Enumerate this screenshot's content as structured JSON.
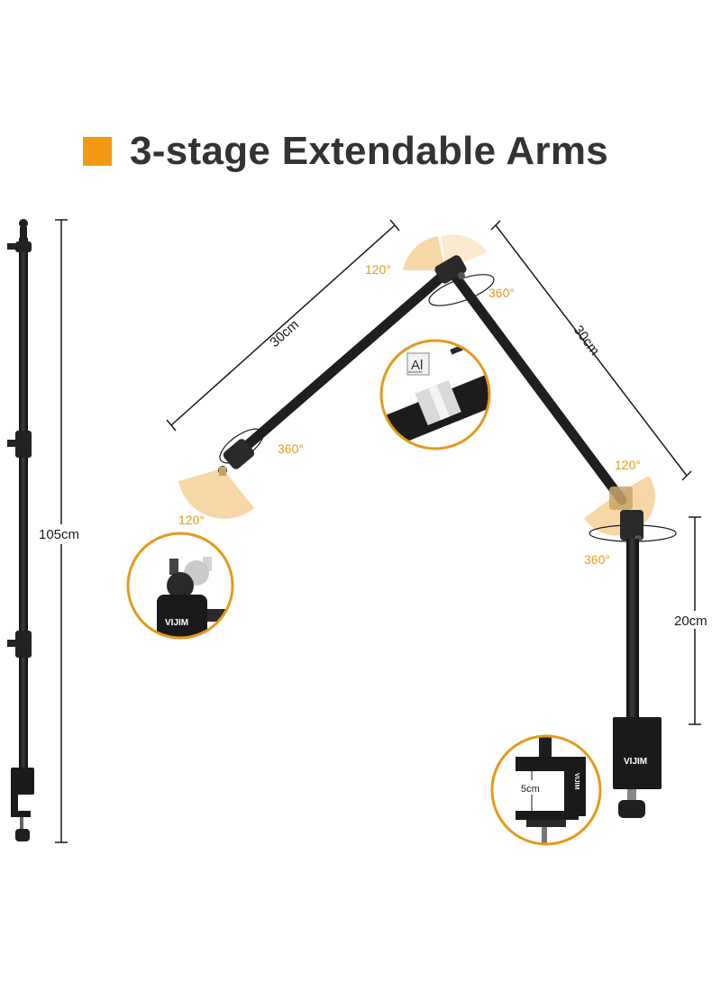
{
  "heading": {
    "text": "3-stage Extendable Arms",
    "accent_color": "#f39a14"
  },
  "dimensions": {
    "total_height": "105cm",
    "arm_upper_left": "30cm",
    "arm_upper_right": "30cm",
    "base_pole": "20cm",
    "clamp_opening": "5cm"
  },
  "rotation_labels": {
    "left_joint_tilt": "120°",
    "left_joint_rotate": "360°",
    "top_joint_tilt": "120°",
    "top_joint_rotate": "360°",
    "right_joint_tilt": "120°",
    "right_joint_rotate": "360°"
  },
  "material_badge": {
    "symbol": "Al",
    "caption": "Aluminum"
  },
  "brand": {
    "logo_text": "VIJIM"
  },
  "colors": {
    "arm": "#1f1f1f",
    "angle_fill": "#f6c98a",
    "callout_ring": "#e59a1a",
    "dimension_line": "#1a1a1a"
  }
}
